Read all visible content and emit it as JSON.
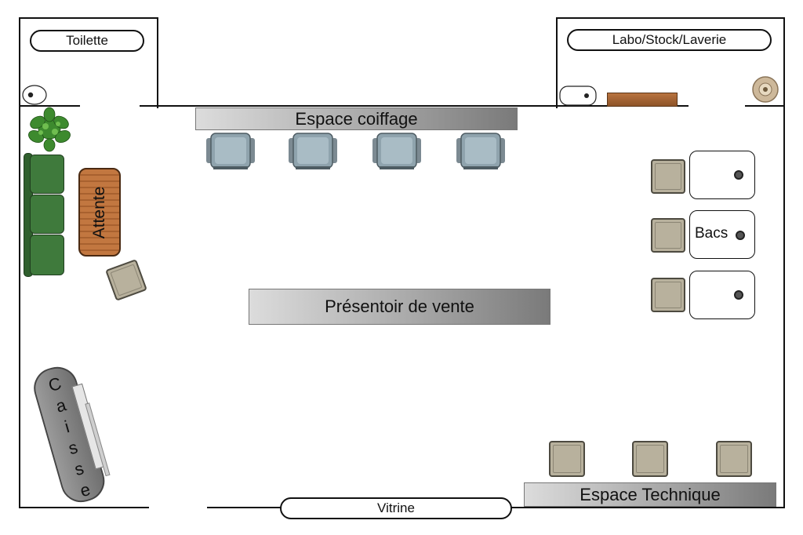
{
  "rooms": {
    "toilette": "Toilette",
    "labo": "Labo/Stock/Laverie",
    "vitrine": "Vitrine"
  },
  "zones": {
    "coiffage": "Espace coiffage",
    "presentoir": "Présentoir de vente",
    "technique": "Espace Technique",
    "bacs": "Bacs",
    "attente": "Attente",
    "caisse": [
      "C",
      "a",
      "i",
      "s",
      "s",
      "e"
    ]
  },
  "colors": {
    "wall": "#111111",
    "chair_blue": "#8fa3ad",
    "stool_beige": "#b8b19d",
    "sofa_green": "#3f7a3c",
    "attente_wood": "#b56a3a",
    "shelf_wood": "#a4663a"
  },
  "icons": [
    "plant-icon",
    "toilet-icon",
    "sink-icon",
    "lamp-icon",
    "chair-icon",
    "sofa-icon"
  ]
}
